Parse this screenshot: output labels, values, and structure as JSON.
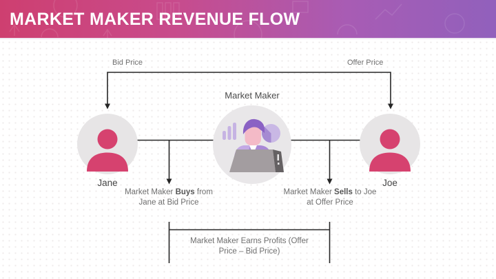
{
  "header": {
    "title": "MARKET MAKER REVENUE FLOW"
  },
  "labels": {
    "bid_price": "Bid Price",
    "offer_price": "Offer Price",
    "market_maker": "Market Maker",
    "jane": "Jane",
    "joe": "Joe"
  },
  "annotations": {
    "buys": {
      "pre": "Market Maker ",
      "bold": "Buys",
      "post": " from",
      "line2": "Jane at Bid Price"
    },
    "sells": {
      "pre": "Market Maker ",
      "bold": "Sells",
      "post": " to Joe",
      "line2": "at Offer Price"
    },
    "profit": {
      "line1": "Market Maker Earns Profits (Offer",
      "line2": "Price – Bid Price)"
    }
  },
  "icons": {
    "jane": "person-icon",
    "joe": "person-icon",
    "market_maker": "trader-at-laptop-icon",
    "market_maker_parts": [
      "bar-chart-icon",
      "pie-chart-icon",
      "laptop-icon"
    ]
  },
  "colors": {
    "header_gradient_left": "#ce3f70",
    "header_gradient_right": "#9160bc",
    "person_pink": "#d6426f",
    "avatar_circle_gray": "#e7e5e6",
    "connector_line": "#262626",
    "annotation_text": "#6f6f6f",
    "name_text": "#454545",
    "purple_hair": "#8a61c4",
    "purple_light": "#c6b3e3"
  }
}
